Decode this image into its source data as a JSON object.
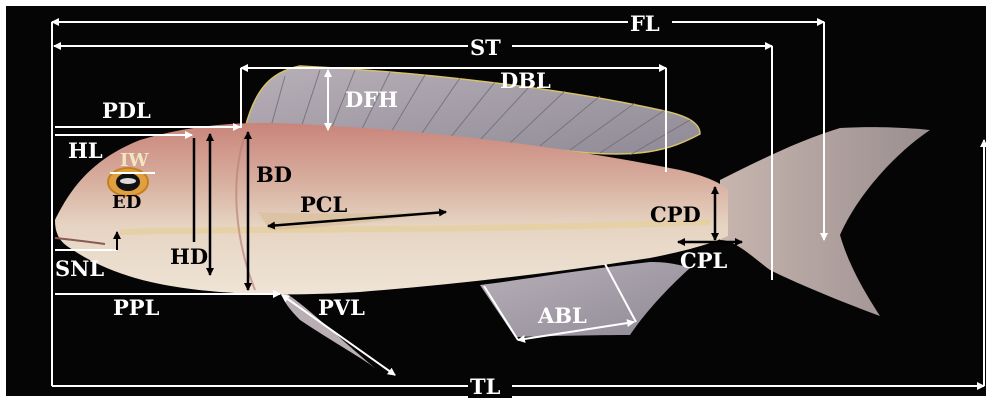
{
  "figure": {
    "background": "#050505",
    "line_color_white": "#ffffff",
    "line_color_black": "#000000",
    "labels": {
      "FL": "FL",
      "ST": "ST",
      "DBL": "DBL",
      "DFH": "DFH",
      "PDL": "PDL",
      "HL": "HL",
      "IW": "IW",
      "ED": "ED",
      "BD": "BD",
      "PCL": "PCL",
      "HD": "HD",
      "SNL": "SNL",
      "PPL": "PPL",
      "PVL": "PVL",
      "ABL": "ABL",
      "CPD": "CPD",
      "CPL": "CPL",
      "TL": "TL"
    }
  }
}
